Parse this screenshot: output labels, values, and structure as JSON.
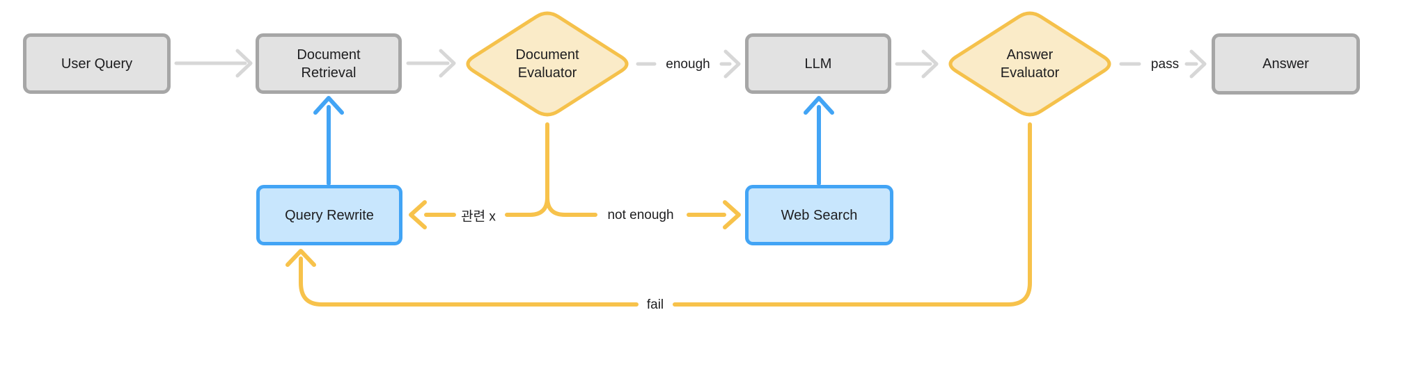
{
  "diagram": {
    "type": "flowchart",
    "description": "RAG pipeline with document and answer evaluation loops",
    "colors": {
      "background": "#FFFFFF",
      "process_fill": "#E2E2E2",
      "process_border": "#A6A6A6",
      "decision_fill": "#FAEBC8",
      "decision_border": "#F5C14B",
      "highlight_fill": "#C8E6FD",
      "highlight_border": "#42A4F5",
      "edge_gray": "#D7D7D7",
      "edge_blue": "#42A4F5",
      "edge_yellow": "#F7C24B",
      "text": "#1D1D1F"
    },
    "nodes": {
      "user_query": {
        "label": "User Query",
        "shape": "rect",
        "style": "gray"
      },
      "document_retrieval": {
        "label": "Document Retrieval",
        "shape": "rect",
        "style": "gray"
      },
      "document_evaluator": {
        "label": "Document Evaluator",
        "shape": "diamond",
        "style": "yellow"
      },
      "llm": {
        "label": "LLM",
        "shape": "rect",
        "style": "gray"
      },
      "answer_evaluator": {
        "label": "Answer Evaluator",
        "shape": "diamond",
        "style": "yellow"
      },
      "answer": {
        "label": "Answer",
        "shape": "rect",
        "style": "gray"
      },
      "query_rewrite": {
        "label": "Query Rewrite",
        "shape": "rect",
        "style": "blue"
      },
      "web_search": {
        "label": "Web Search",
        "shape": "rect",
        "style": "blue"
      }
    },
    "edges": [
      {
        "from": "user_query",
        "to": "document_retrieval",
        "label": "",
        "color": "gray"
      },
      {
        "from": "document_retrieval",
        "to": "document_evaluator",
        "label": "",
        "color": "gray"
      },
      {
        "from": "document_evaluator",
        "to": "llm",
        "label": "enough",
        "color": "gray"
      },
      {
        "from": "llm",
        "to": "answer_evaluator",
        "label": "",
        "color": "gray"
      },
      {
        "from": "answer_evaluator",
        "to": "answer",
        "label": "pass",
        "color": "gray"
      },
      {
        "from": "document_evaluator",
        "to": "query_rewrite",
        "label": "관련 x",
        "color": "yellow"
      },
      {
        "from": "document_evaluator",
        "to": "web_search",
        "label": "not enough",
        "color": "yellow"
      },
      {
        "from": "answer_evaluator",
        "to": "query_rewrite",
        "label": "fail",
        "color": "yellow"
      },
      {
        "from": "query_rewrite",
        "to": "document_retrieval",
        "label": "",
        "color": "blue"
      },
      {
        "from": "web_search",
        "to": "llm",
        "label": "",
        "color": "blue"
      }
    ]
  }
}
